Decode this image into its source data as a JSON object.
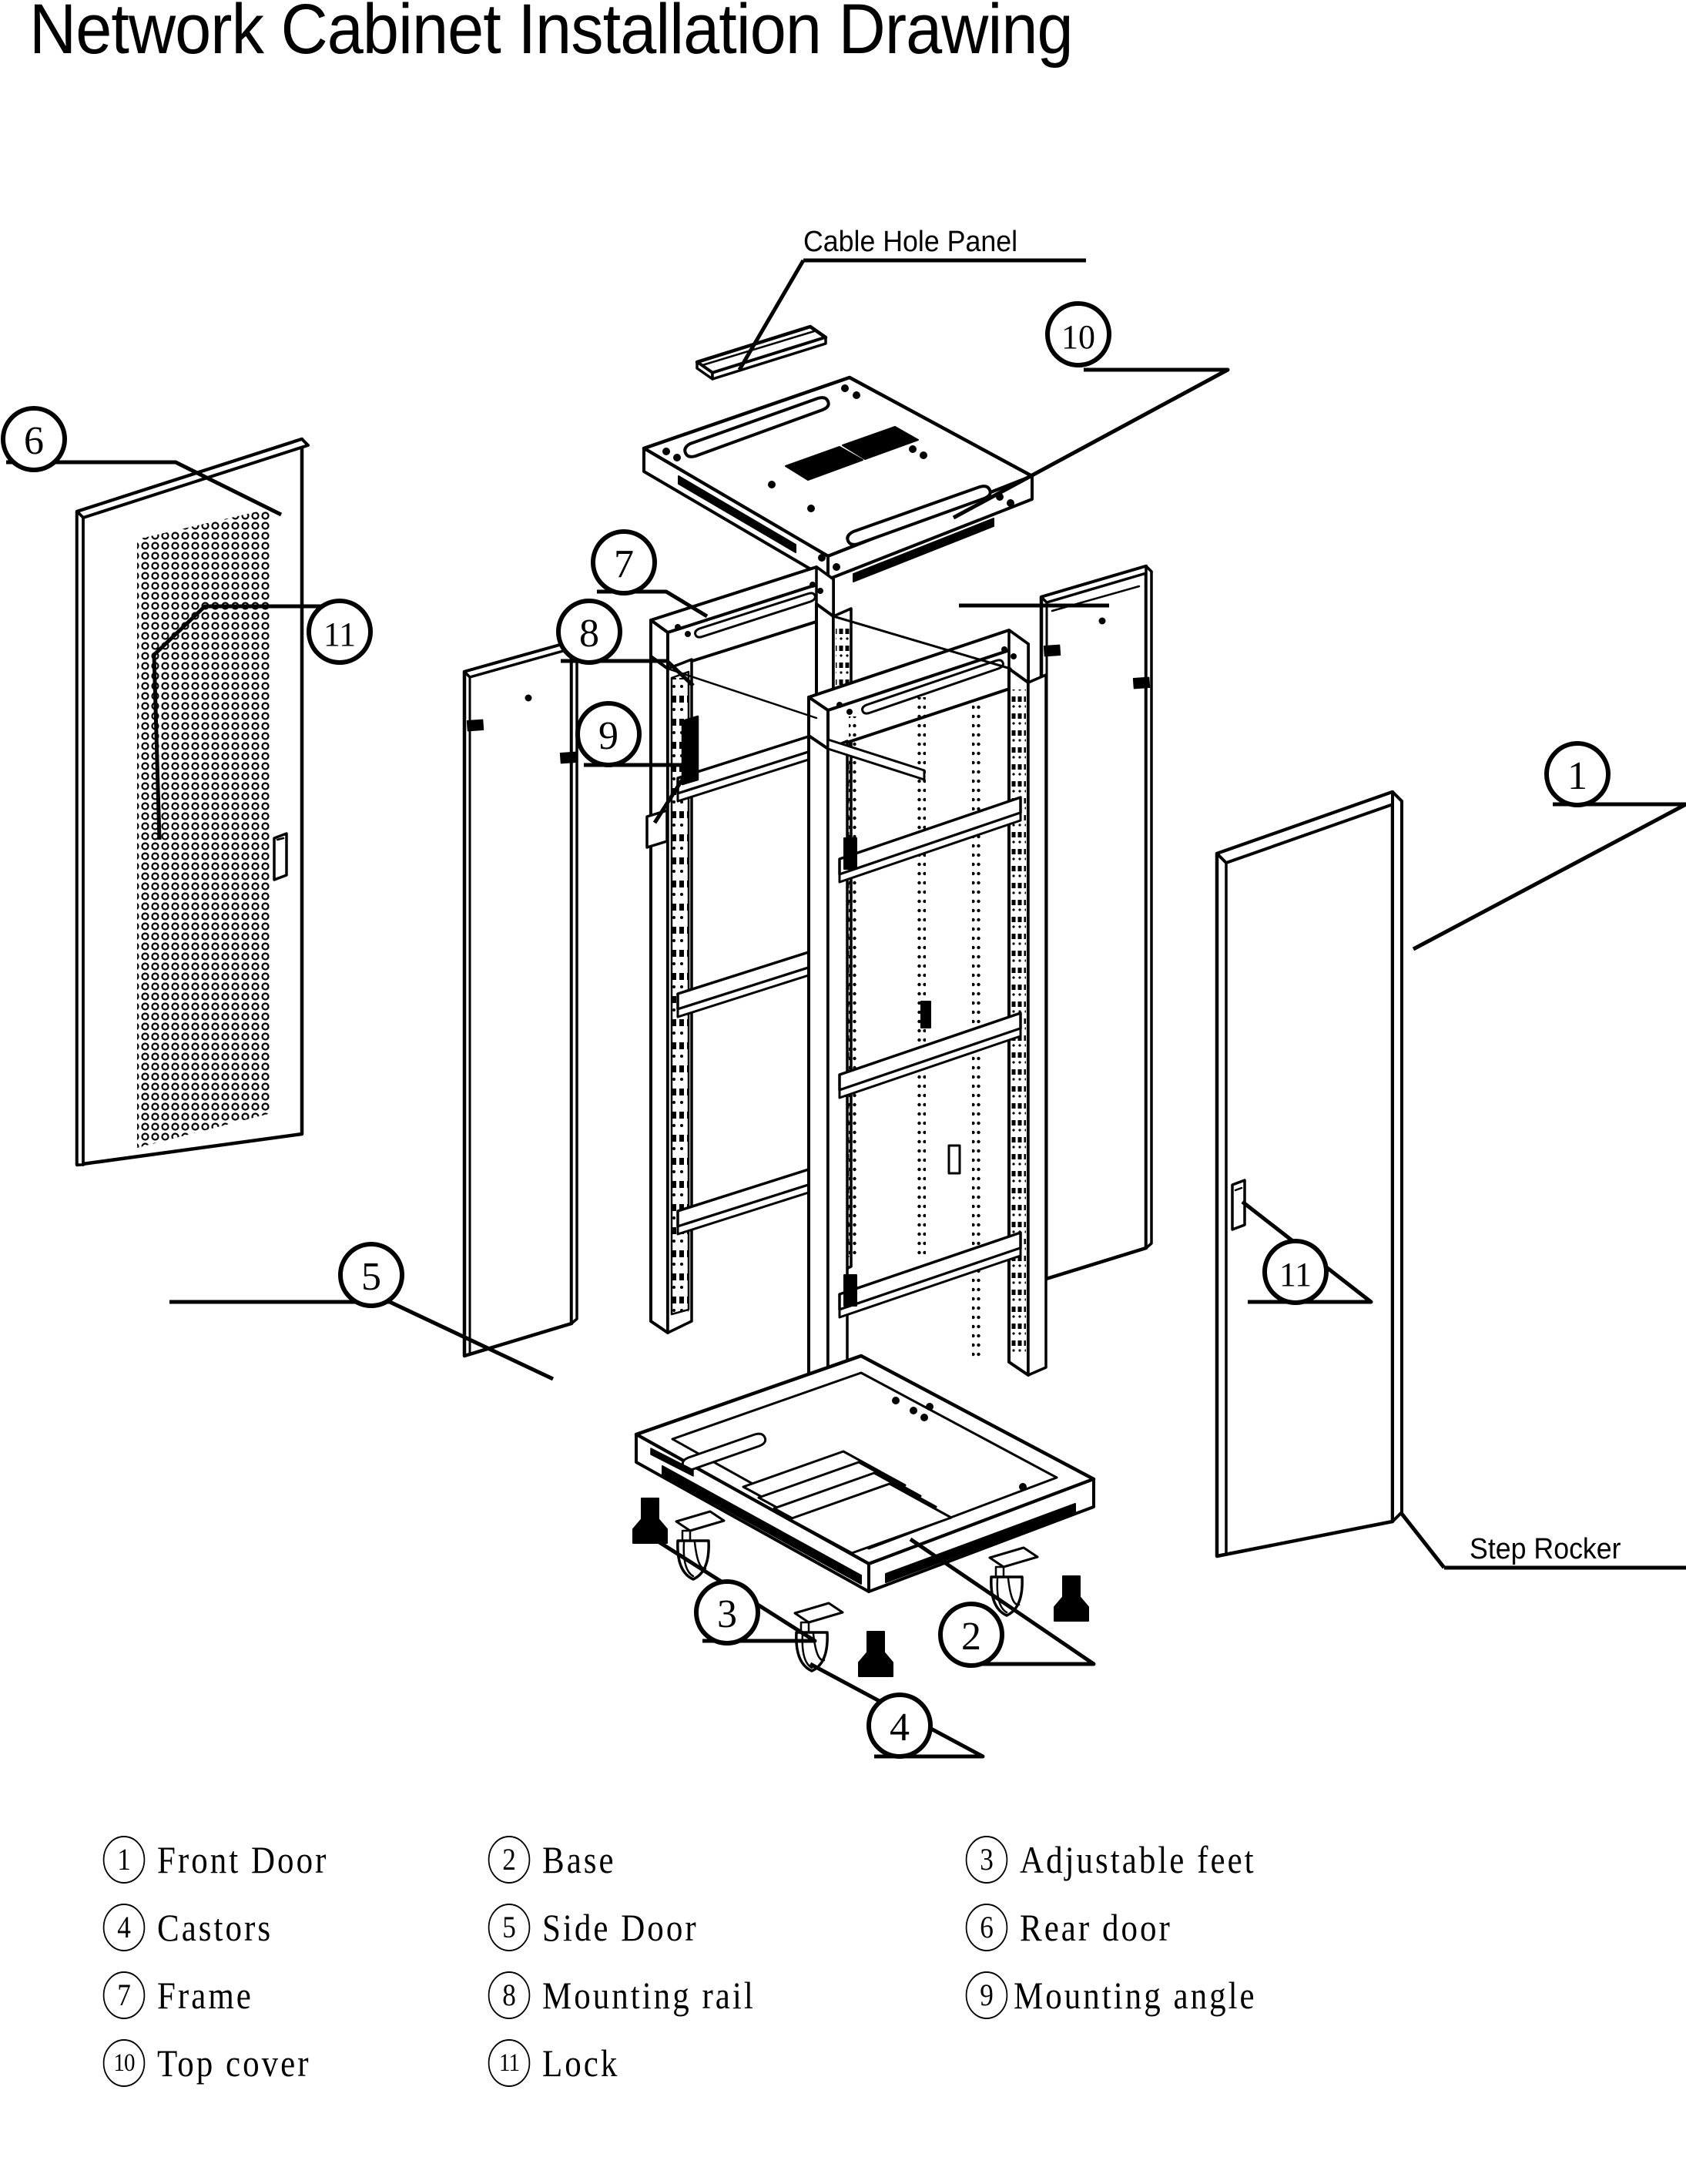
{
  "document": {
    "title": "Network Cabinet Installation Drawing",
    "type": "exploded-assembly-drawing"
  },
  "annotations": {
    "cable_hole_panel": "Cable Hole Panel",
    "step_rocker": "Step Rocker"
  },
  "callouts": [
    {
      "id": "1",
      "number": "1",
      "target": "front-door"
    },
    {
      "id": "2",
      "number": "2",
      "target": "base"
    },
    {
      "id": "3",
      "number": "3",
      "target": "adjustable-feet"
    },
    {
      "id": "4",
      "number": "4",
      "target": "castors"
    },
    {
      "id": "5",
      "number": "5",
      "target": "side-door"
    },
    {
      "id": "6",
      "number": "6",
      "target": "rear-door"
    },
    {
      "id": "7",
      "number": "7",
      "target": "frame"
    },
    {
      "id": "8",
      "number": "8",
      "target": "mounting-rail"
    },
    {
      "id": "9",
      "number": "9",
      "target": "mounting-angle"
    },
    {
      "id": "10",
      "number": "10",
      "target": "top-cover"
    },
    {
      "id": "11a",
      "number": "11",
      "target": "lock-rear-door"
    },
    {
      "id": "11b",
      "number": "11",
      "target": "lock-front-door"
    }
  ],
  "legend": {
    "rows": [
      [
        {
          "number": "1",
          "label": "Front Door"
        },
        {
          "number": "2",
          "label": "Base"
        },
        {
          "number": "3",
          "label": "Adjustable feet"
        }
      ],
      [
        {
          "number": "4",
          "label": "Castors"
        },
        {
          "number": "5",
          "label": "Side Door"
        },
        {
          "number": "6",
          "label": "Rear door"
        }
      ],
      [
        {
          "number": "7",
          "label": "Frame"
        },
        {
          "number": "8",
          "label": "Mounting rail"
        },
        {
          "number": "9",
          "label": "Mounting angle"
        }
      ],
      [
        {
          "number": "10",
          "label": "Top cover"
        },
        {
          "number": "11",
          "label": "Lock"
        },
        {
          "number": "",
          "label": ""
        }
      ]
    ]
  },
  "colors": {
    "line": "#000000",
    "background": "#ffffff",
    "fill": "#ffffff"
  }
}
